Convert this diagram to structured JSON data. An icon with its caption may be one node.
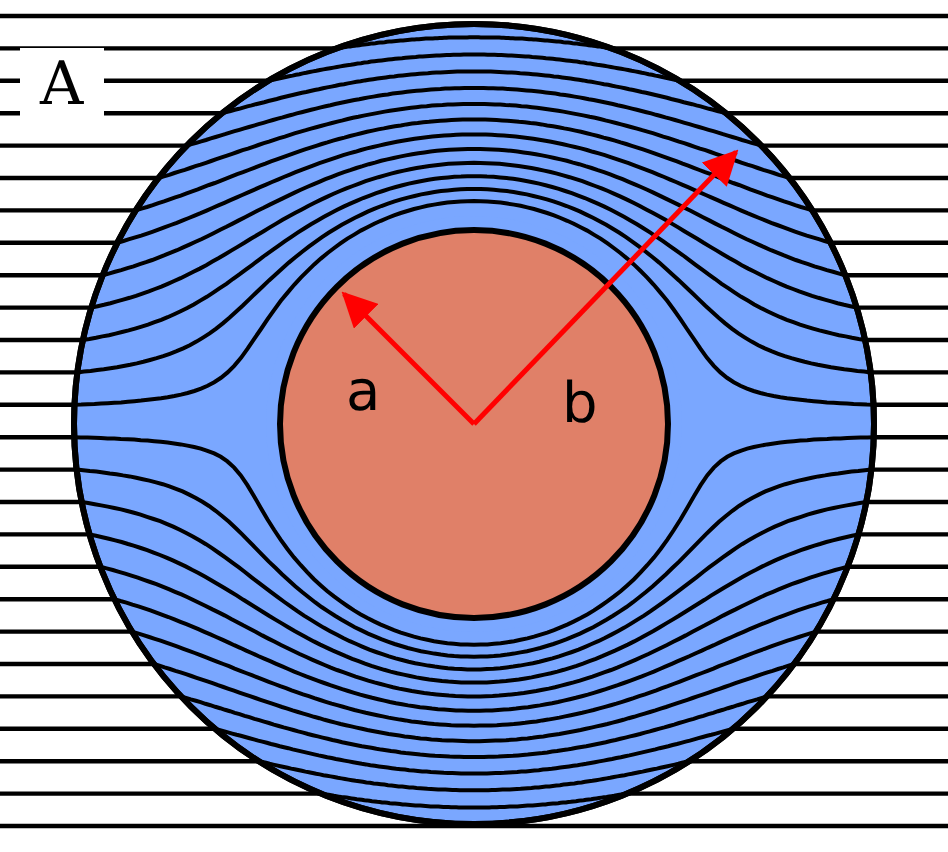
{
  "diagram": {
    "labels": [
      "A",
      "a",
      "b"
    ]
  }
}
